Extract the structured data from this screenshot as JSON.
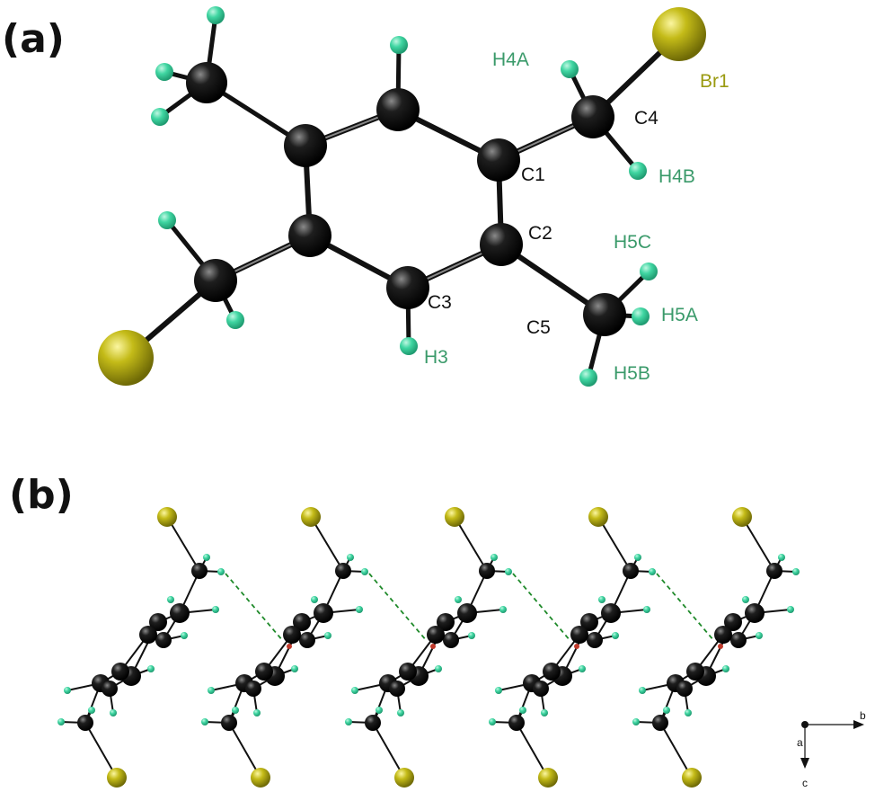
{
  "panels": {
    "a": {
      "label": "(a)"
    },
    "b": {
      "label": "(b)"
    }
  },
  "atom_labels": {
    "c1": "C1",
    "c2": "C2",
    "c3": "C3",
    "c4": "C4",
    "c5": "C5",
    "br1": "Br1",
    "h3": "H3",
    "h4a": "H4A",
    "h4b": "H4B",
    "h5a": "H5A",
    "h5b": "H5B",
    "h5c": "H5C"
  },
  "axes": {
    "a": "a",
    "b": "b",
    "c": "c"
  },
  "colors": {
    "carbon": "#0d0d0d",
    "hydrogen": "#3cc99a",
    "bromine": "#b5ad12",
    "bond": "#111111",
    "hbond": "#1f8a2a",
    "centroid": "#c0392b",
    "carbon_label": "#111111",
    "hydrogen_label": "#3a9a6a",
    "bromine_label": "#9a9a10"
  }
}
